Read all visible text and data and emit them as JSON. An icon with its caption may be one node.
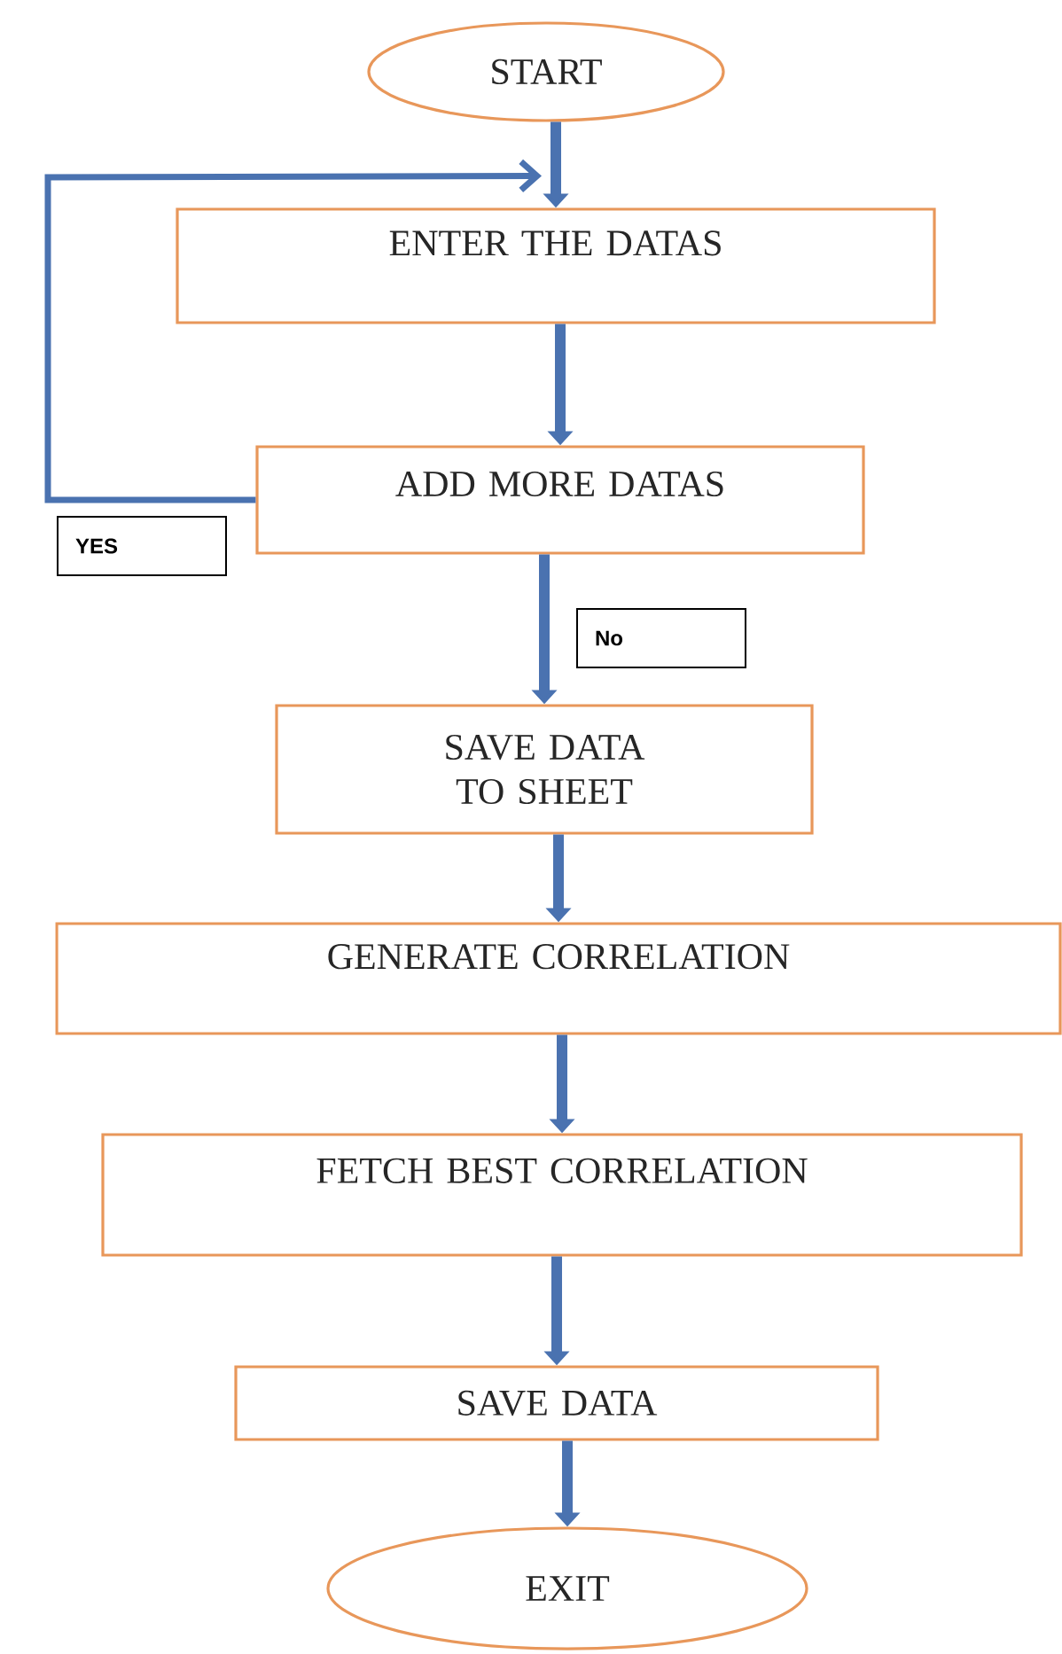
{
  "diagram": {
    "nodes": [
      {
        "text": [
          "START"
        ]
      },
      {
        "text": [
          "ENTER THE DATAS"
        ]
      },
      {
        "text": [
          "ADD MORE DATAS"
        ]
      },
      {
        "text": [
          "SAVE DATA TO SHEET"
        ]
      },
      {
        "text": [
          "GENERATE CORRELATION"
        ]
      },
      {
        "text": [
          "FETCH BEST CORRELATION"
        ]
      },
      {
        "text": [
          "SAVE DATA"
        ]
      },
      {
        "text": [
          "EXIT"
        ]
      }
    ],
    "edges": [
      {
        "from": 0,
        "to": 1,
        "arrow": "to"
      },
      {
        "from": 1,
        "to": 2,
        "arrow": "to"
      },
      {
        "from": 2,
        "to": 1,
        "arrow": "to",
        "label": "YES"
      },
      {
        "from": 2,
        "to": 3,
        "arrow": "to",
        "label": "No"
      },
      {
        "from": 3,
        "to": 4,
        "arrow": "to"
      },
      {
        "from": 4,
        "to": 5,
        "arrow": "to"
      },
      {
        "from": 5,
        "to": 6,
        "arrow": "to"
      },
      {
        "from": 6,
        "to": 7,
        "arrow": "to"
      }
    ]
  }
}
